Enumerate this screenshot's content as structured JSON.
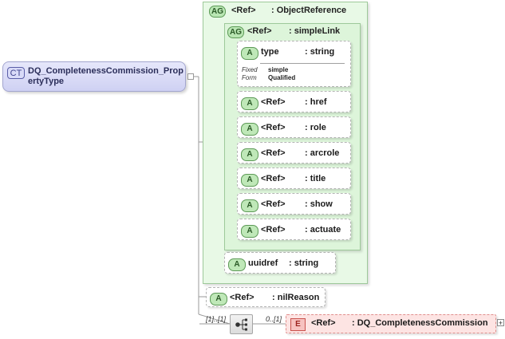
{
  "complex_type": {
    "badge": "CT",
    "name": "DQ_CompletenessCommission_PropertyType"
  },
  "attribute_groups": {
    "outer": {
      "badge": "AG",
      "ref": "<Ref>",
      "type": ": ObjectReference"
    },
    "inner": {
      "badge": "AG",
      "ref": "<Ref>",
      "type": ": simpleLink"
    }
  },
  "attributes": {
    "type": {
      "badge": "A",
      "name": "type",
      "type": ": string",
      "fixed_label": "Fixed",
      "fixed_value": "simple",
      "form_label": "Form",
      "form_value": "Qualified"
    },
    "href": {
      "badge": "A",
      "ref": "<Ref>",
      "type": ": href"
    },
    "role": {
      "badge": "A",
      "ref": "<Ref>",
      "type": ": role"
    },
    "arcrole": {
      "badge": "A",
      "ref": "<Ref>",
      "type": ": arcrole"
    },
    "title": {
      "badge": "A",
      "ref": "<Ref>",
      "type": ": title"
    },
    "show": {
      "badge": "A",
      "ref": "<Ref>",
      "type": ": show"
    },
    "actuate": {
      "badge": "A",
      "ref": "<Ref>",
      "type": ": actuate"
    },
    "uuidref": {
      "badge": "A",
      "name": "uuidref",
      "type": ": string"
    },
    "nilReason": {
      "badge": "A",
      "ref": "<Ref>",
      "type": ": nilReason"
    }
  },
  "sequence": {
    "icon": "sequence-icon",
    "cardinality_left": "[1]..[1]",
    "cardinality_right": "0..[1]"
  },
  "element": {
    "badge": "E",
    "ref": "<Ref>",
    "type": ": DQ_CompletenessCommission",
    "expander": "+"
  },
  "colors": {
    "complex_type_fill": "#d9dbf8",
    "attribute_group_fill": "#e8f9e6",
    "element_fill": "#fde4e3"
  }
}
